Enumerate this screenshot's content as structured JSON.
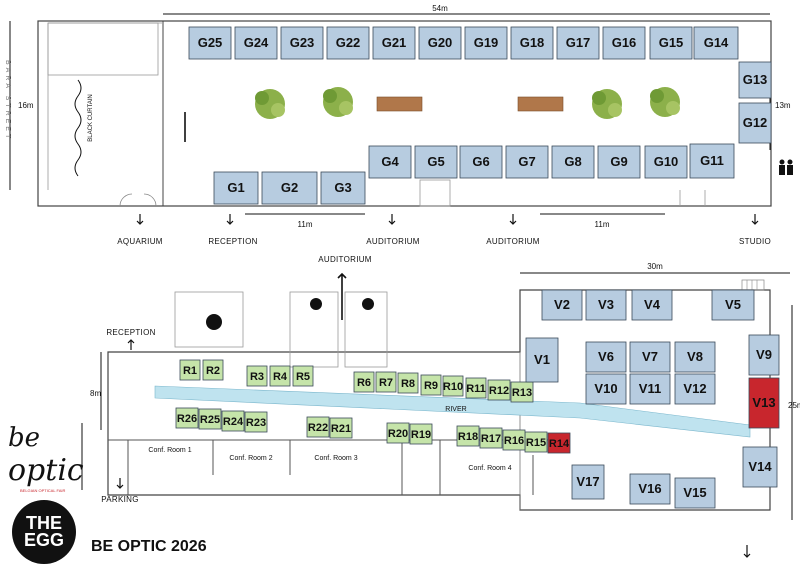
{
  "title": "BE OPTIC 2026",
  "logos": {
    "be_optic": "be optic",
    "be_optic_sub": "BELGIAN OPTICAL FAIR",
    "egg_line1": "THE",
    "egg_line2": "EGG"
  },
  "colors": {
    "g_booth": "#b7cce0",
    "r_booth": "#c5e4a9",
    "v_booth": "#b7cce0",
    "highlight": "#c8262d",
    "river": "#bfe3ef"
  },
  "upper_floor": {
    "width_label": "54m",
    "height_label_left": "16m",
    "height_label_right": "13m",
    "dim_a": "11m",
    "dim_b": "11m",
    "street_label": "BARA STREET",
    "curtain_label": "BLACK CURTAIN",
    "directions": [
      "AQUARIUM",
      "RECEPTION",
      "AUDITORIUM",
      "AUDITORIUM",
      "STUDIO"
    ],
    "booths": [
      "G1",
      "G2",
      "G3",
      "G4",
      "G5",
      "G6",
      "G7",
      "G8",
      "G9",
      "G10",
      "G11",
      "G12",
      "G13",
      "G14",
      "G15",
      "G16",
      "G17",
      "G18",
      "G19",
      "G20",
      "G21",
      "G22",
      "G23",
      "G24",
      "G25"
    ]
  },
  "lower_floor": {
    "width_label": "30m",
    "height_label_left": "8m",
    "height_label_right": "25m",
    "river_label": "RIVER",
    "directions": {
      "auditorium": "AUDITORIUM",
      "reception": "RECEPTION",
      "parking": "PARKING"
    },
    "rooms": [
      "Conf. Room 1",
      "Conf. Room 2",
      "Conf. Room 3",
      "Conf. Room 4"
    ],
    "r_booths": [
      "R1",
      "R2",
      "R3",
      "R4",
      "R5",
      "R6",
      "R7",
      "R8",
      "R9",
      "R10",
      "R11",
      "R12",
      "R13",
      "R14",
      "R15",
      "R16",
      "R17",
      "R18",
      "R19",
      "R20",
      "R21",
      "R22",
      "R23",
      "R24",
      "R25",
      "R26"
    ],
    "v_booths": [
      "V1",
      "V2",
      "V3",
      "V4",
      "V5",
      "V6",
      "V7",
      "V8",
      "V9",
      "V10",
      "V11",
      "V12",
      "V13",
      "V14",
      "V15",
      "V16",
      "V17"
    ],
    "highlighted": [
      "R14",
      "V13"
    ]
  }
}
